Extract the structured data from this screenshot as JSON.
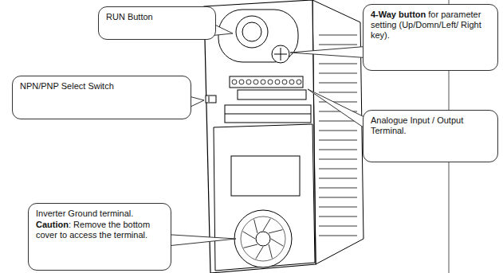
{
  "diagram": {
    "nodes": [
      {
        "text": [
          "RUN Button"
        ]
      },
      {
        "text": [
          "4-Way button for parameter setting (Up/Domn/Left/ Right key)."
        ]
      },
      {
        "text": [
          "NPN/PNP Select Switch"
        ]
      },
      {
        "text": [
          "Analogue Input / Output Terminal."
        ]
      },
      {
        "text": [
          "Inverter Ground terminal.",
          "Caution: Remove the bottom cover to access the terminal."
        ]
      }
    ]
  }
}
